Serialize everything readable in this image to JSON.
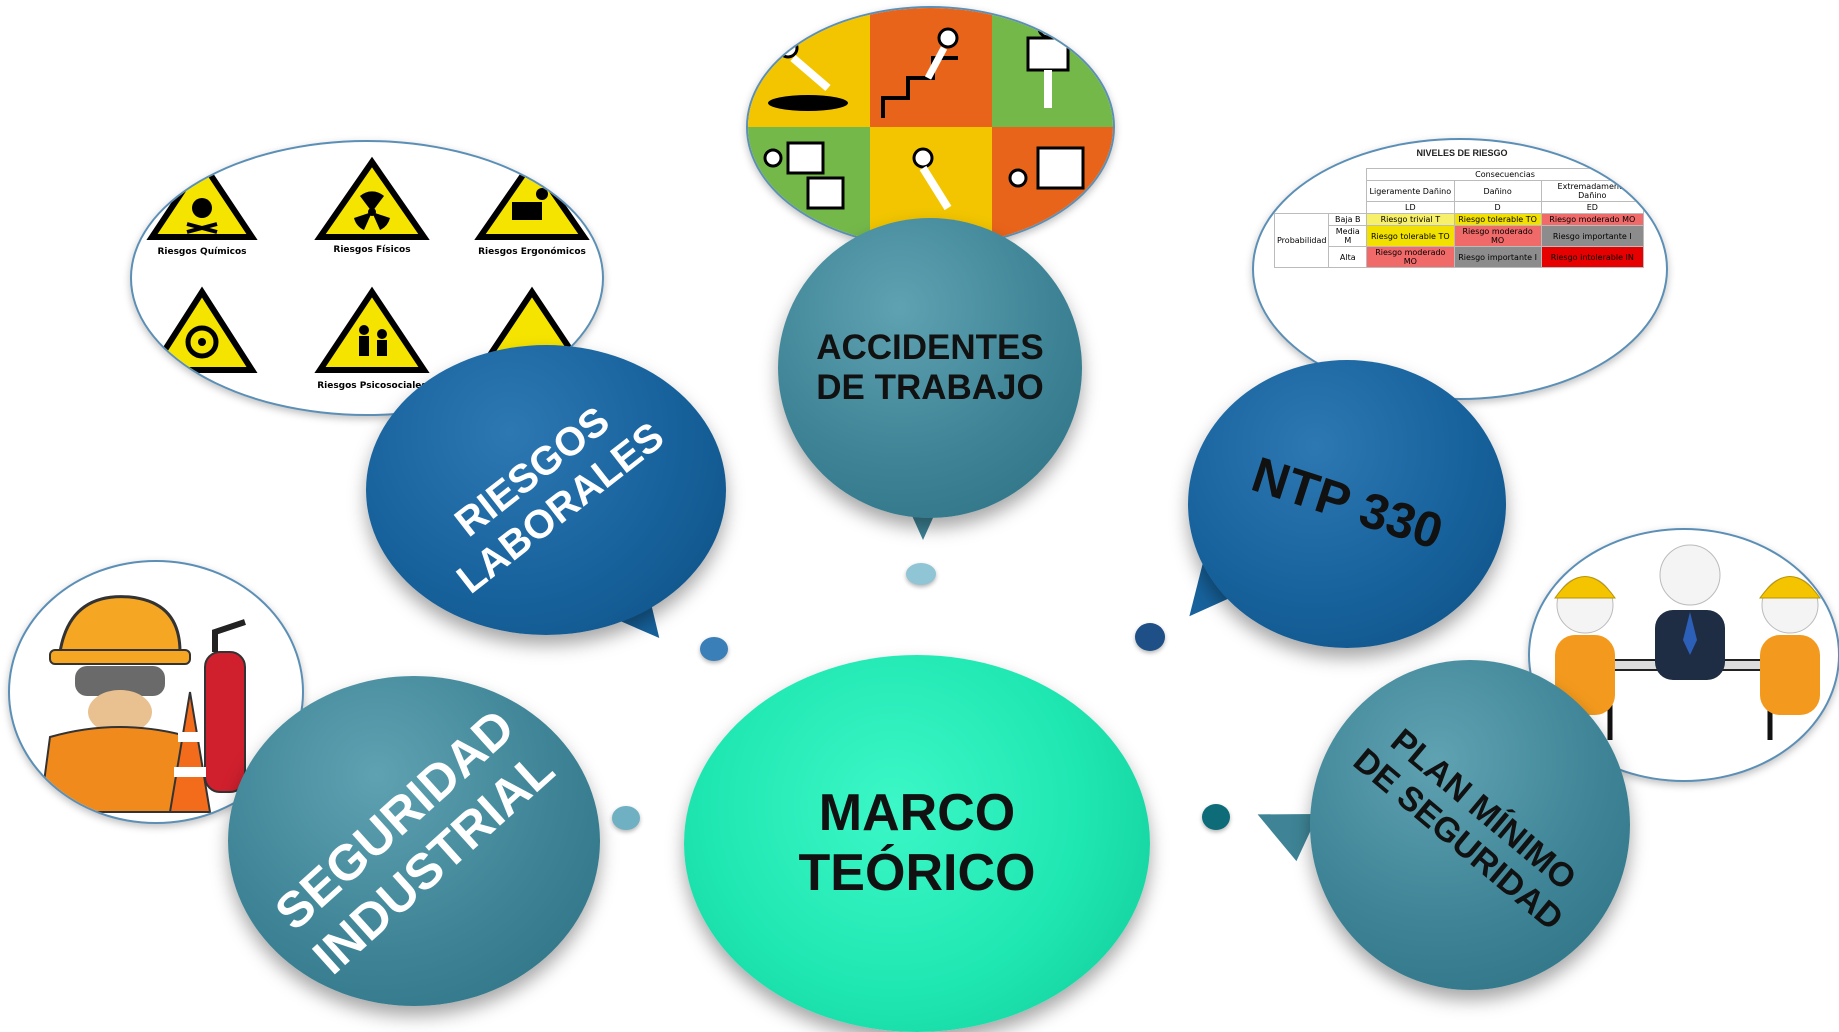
{
  "center": {
    "line1": "MARCO",
    "line2": "TEÓRICO"
  },
  "bubbles": {
    "accidentes": "ACCIDENTES\nDE TRABAJO",
    "riesgos": "RIESGOS\nLABORALES",
    "ntp": "NTP 330",
    "seguridad": "SEGURIDAD\nINDUSTRIAL",
    "plan": "PLAN MÍNIMO\nDE SEGURIDAD"
  },
  "hazard_signs": {
    "quimicos": "Riesgos Químicos",
    "fisicos": "Riesgos Físicos",
    "ergonomicos": "Riesgos Ergonómicos",
    "psicosociales": "Riesgos Psicosociales"
  },
  "risk_table": {
    "title": "NIVELES DE RIESGO",
    "consecuencias": "Consecuencias",
    "probabilidad": "Probabilidad",
    "cols": [
      {
        "name": "Ligeramente Dañino",
        "code": "LD"
      },
      {
        "name": "Dañino",
        "code": "D"
      },
      {
        "name": "Extremadamente Dañino",
        "code": "ED"
      }
    ],
    "rows": [
      {
        "name": "Baja",
        "code": "B",
        "cells": [
          "Riesgo trivial T",
          "Riesgo tolerable TO",
          "Riesgo moderado MO"
        ]
      },
      {
        "name": "Media",
        "code": "M",
        "cells": [
          "Riesgo tolerable TO",
          "Riesgo moderado MO",
          "Riesgo importante I"
        ]
      },
      {
        "name": "Alta",
        "code": "",
        "cells": [
          "Riesgo moderado MO",
          "Riesgo importante I",
          "Riesgo intolerable IN"
        ]
      }
    ]
  },
  "colors": {
    "center": "#1fe7b2",
    "teal_bubble": "#3e8496",
    "blue_bubble": "#17629c",
    "yellow_sign": "#f5e400",
    "orange_tile": "#e8641a",
    "green_tile": "#74b84a"
  }
}
